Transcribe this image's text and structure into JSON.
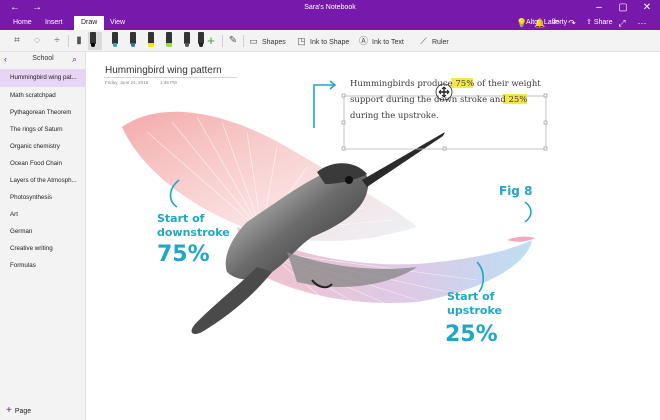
{
  "window": {
    "title": "Sara's Notebook",
    "back_icon": "back-arrow-icon",
    "forward_icon": "forward-arrow-icon",
    "minimize_icon": "minimize-icon",
    "maximize_icon": "maximize-icon",
    "close_icon": "close-icon",
    "accent": "#7719aa"
  },
  "ribbon": {
    "tabs": [
      {
        "label": "Home"
      },
      {
        "label": "Insert"
      },
      {
        "label": "Draw"
      },
      {
        "label": "View"
      }
    ],
    "active_tab": "Draw",
    "user": "Alton Lafferty",
    "share_label": "Share"
  },
  "toolbar": {
    "pens": [
      {
        "name": "black-pen",
        "color": "#000000"
      },
      {
        "name": "teal-pen",
        "color": "#1fa7c9"
      },
      {
        "name": "blue-pen",
        "color": "#2d6fd6"
      },
      {
        "name": "yellow-highlighter",
        "color": "#f2e21b"
      },
      {
        "name": "green-highlighter",
        "color": "#9bdc3a"
      },
      {
        "name": "gray-pen",
        "color": "#555555"
      },
      {
        "name": "dark-pen",
        "color": "#222222"
      }
    ],
    "shapes_label": "Shapes",
    "ink_to_shape_label": "Ink to Shape",
    "ink_to_text_label": "Ink to Text",
    "ruler_label": "Ruler"
  },
  "sidebar": {
    "section": "School",
    "pages": [
      {
        "label": "Hummingbird wing pat..."
      },
      {
        "label": "Math scratchpad"
      },
      {
        "label": "Pythagorean Theorem"
      },
      {
        "label": "The rings of Saturn"
      },
      {
        "label": "Organic chemistry"
      },
      {
        "label": "Ocean Food Chain"
      },
      {
        "label": "Layers of the Atmosph..."
      },
      {
        "label": "Photosynthesis"
      },
      {
        "label": "Art"
      },
      {
        "label": "German"
      },
      {
        "label": "Creative writing"
      },
      {
        "label": "Formulas"
      }
    ],
    "active_page": 0,
    "add_page_label": "Page"
  },
  "page": {
    "title": "Hummingbird wing pattern",
    "date": "Friday, June 24, 2016",
    "time": "1:48 PM"
  },
  "ink": {
    "note_lines": [
      "Hummingbirds produce 75% of their weight",
      "support during the down stroke and 25%",
      "during the upstroke."
    ],
    "start_downstroke": [
      "Start of",
      "downstroke"
    ],
    "downstroke_pct": "75%",
    "start_upstroke": [
      "Start of",
      "upstroke"
    ],
    "upstroke_pct": "25%",
    "fig_label": "Fig 8"
  }
}
